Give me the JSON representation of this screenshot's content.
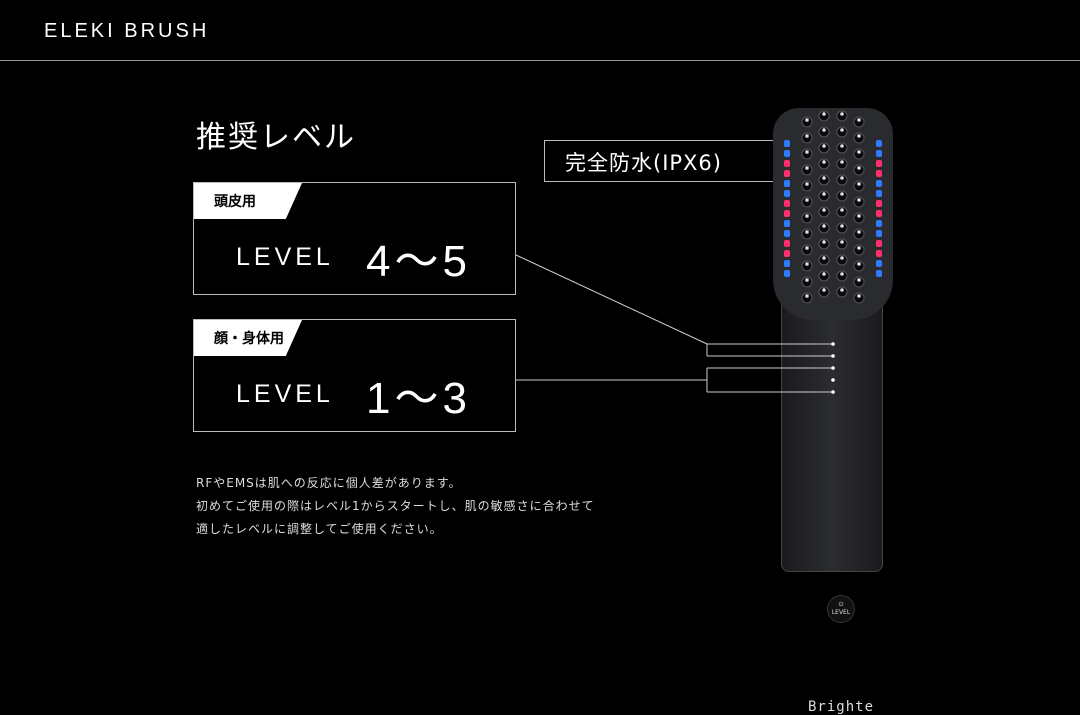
{
  "header": {
    "brand": "ELEKI BRUSH"
  },
  "heading": "推奨レベル",
  "levels": [
    {
      "tag": "頭皮用",
      "label": "LEVEL",
      "value": "4～5"
    },
    {
      "tag": "顔・身体用",
      "label": "LEVEL",
      "value": "1～3"
    }
  ],
  "waterproof": "完全防水(IPX6)",
  "notes": [
    "RFやEMSは肌への反応に個人差があります。",
    "初めてご使用の際はレベル1からスタートし、肌の敏感さに合わせて",
    "適したレベルに調整してご使用ください。"
  ],
  "device": {
    "brand": "Brighte",
    "button_label": "LEVEL",
    "led_colors": [
      "#2f7bff",
      "#ff2f6e"
    ]
  }
}
